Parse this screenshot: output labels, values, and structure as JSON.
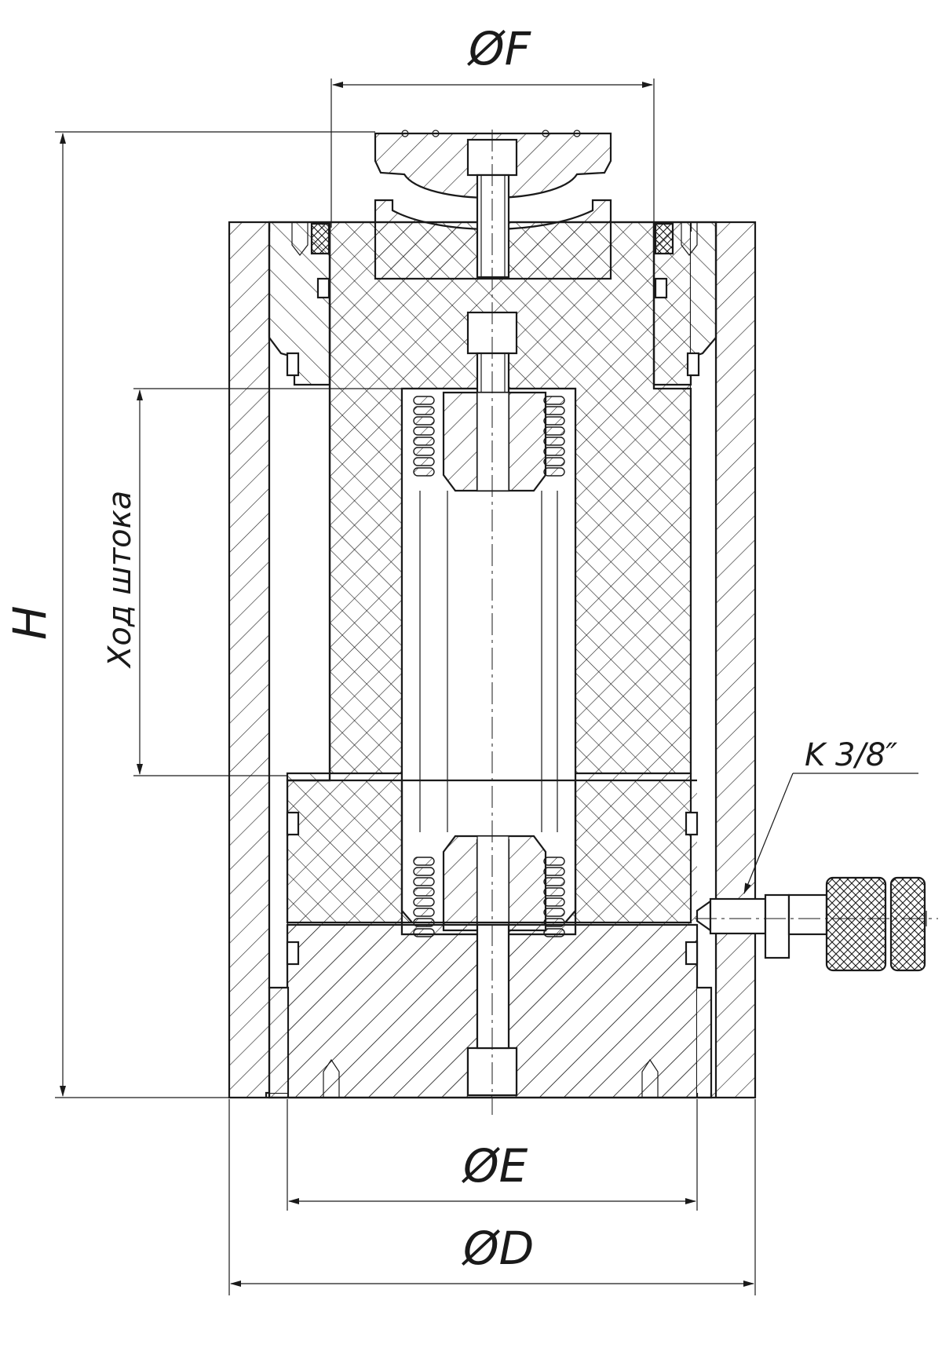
{
  "labels": {
    "dim_f": "ØF",
    "dim_h": "H",
    "dim_stroke": "Ход штока",
    "dim_port": "K 3/8″",
    "dim_e": "ØE",
    "dim_d": "ØD"
  },
  "colors": {
    "line": "#1a1a1a",
    "paper": "#ffffff"
  }
}
